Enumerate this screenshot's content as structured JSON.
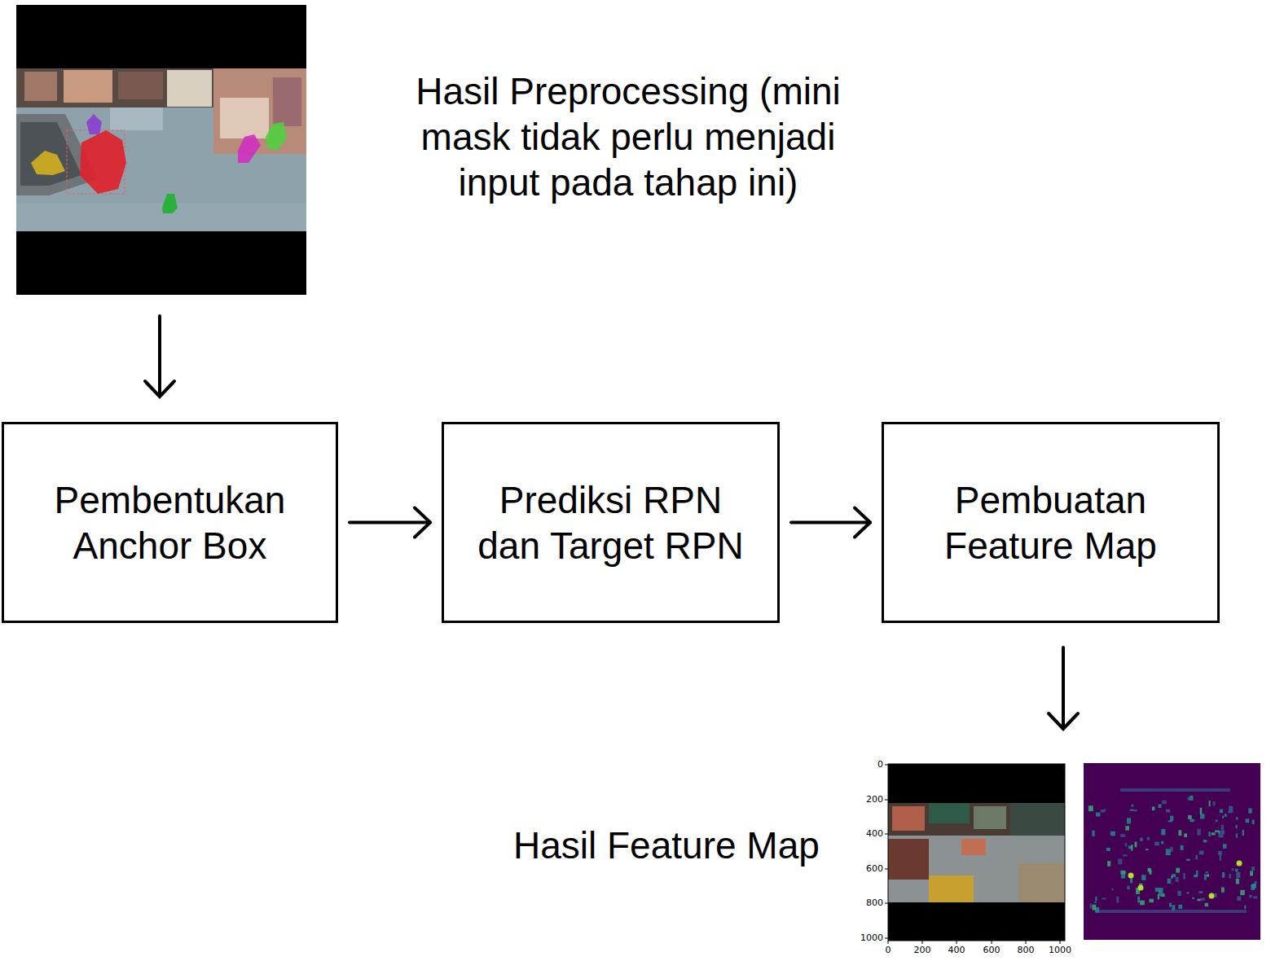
{
  "diagram": {
    "nodes": [
      {
        "text": [
          "Pembentukan Anchor Box"
        ]
      },
      {
        "text": [
          "Prediksi RPN dan Target RPN"
        ]
      },
      {
        "text": [
          "Pembuatan Feature Map"
        ]
      }
    ],
    "edges": [
      {
        "from": 0,
        "to": 1,
        "arrow": "to"
      },
      {
        "from": 1,
        "to": 2,
        "arrow": "to"
      }
    ],
    "labels": [
      "Hasil Preprocessing (mini mask tidak perlu menjadi input pada tahap ini)",
      "Hasil Feature Map",
      "0",
      "200",
      "400",
      "600",
      "800",
      "1000",
      "0",
      "200",
      "400",
      "600",
      "800",
      "1000"
    ]
  }
}
